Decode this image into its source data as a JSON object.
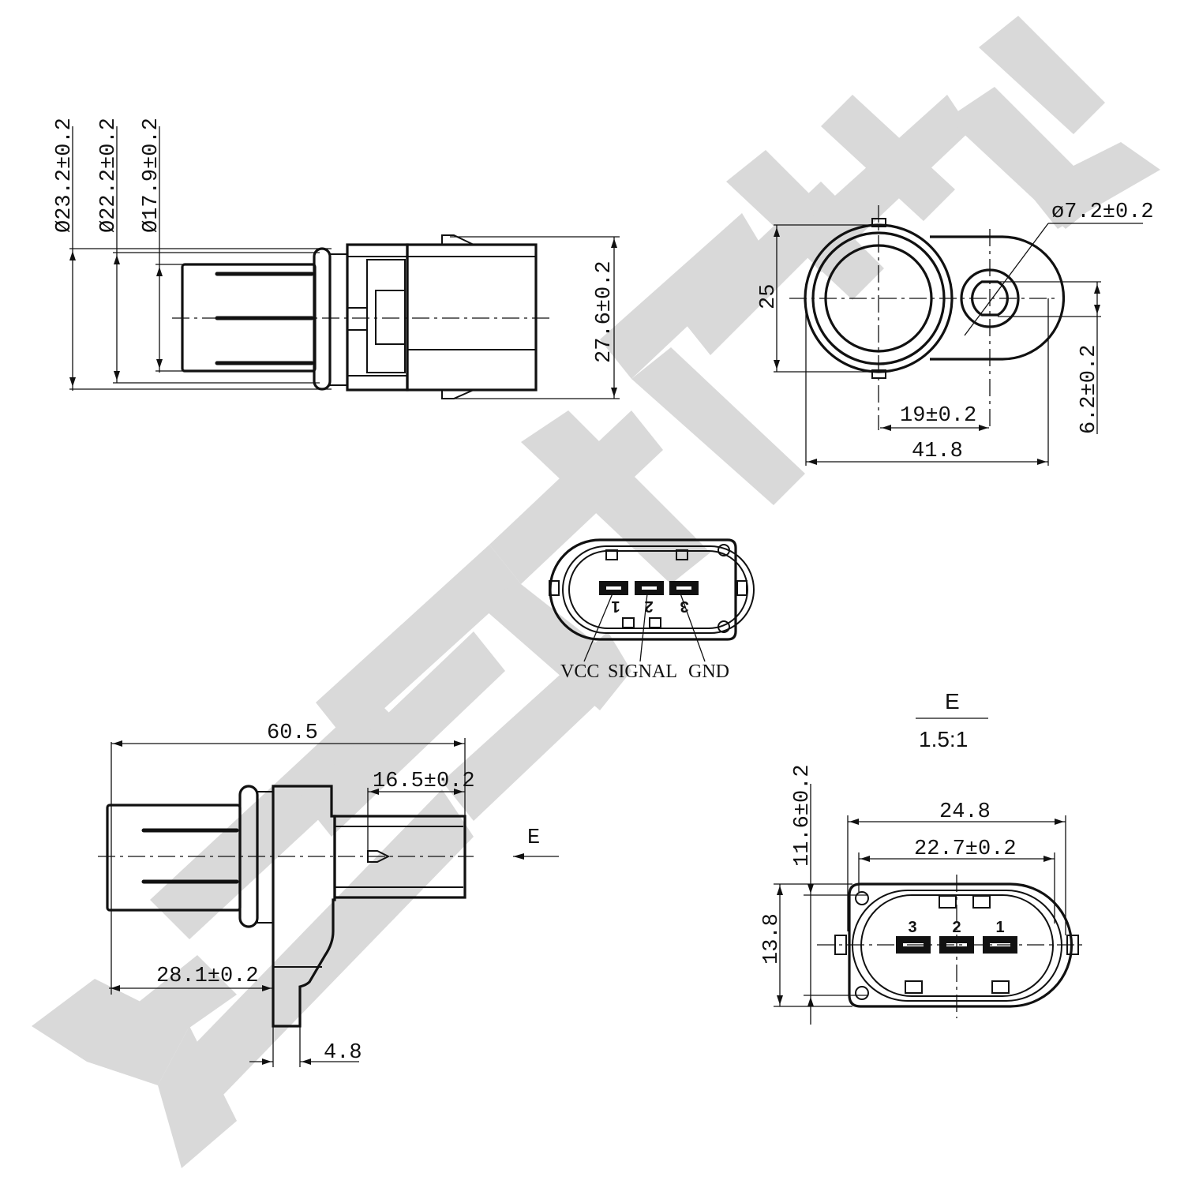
{
  "watermark": {
    "text": "XENNEK",
    "color": "#d9d9d9"
  },
  "views": {
    "side_view_top": {
      "diameters": [
        "Ø23.2±0.2",
        "Ø22.2±0.2",
        "Ø17.9±0.2"
      ],
      "height": "27.6±0.2"
    },
    "top_view": {
      "hole_diameter": "ø7.2±0.2",
      "height": "25",
      "center_distance": "19±0.2",
      "overall_length": "41.8",
      "slot_width": "6.2±0.2"
    },
    "connector_pinout": {
      "pins": [
        {
          "number": "1",
          "label": "VCC"
        },
        {
          "number": "2",
          "label": "SIGNAL"
        },
        {
          "number": "3",
          "label": "GND"
        }
      ]
    },
    "side_view_bottom": {
      "overall_length": "60.5",
      "connector_length": "16.5±0.2",
      "flange_offset": "28.1±0.2",
      "tab_width": "4.8",
      "view_marker": "E"
    },
    "detail_e": {
      "title": "E",
      "scale": "1.5:1",
      "outer_width": "24.8",
      "inner_width": "22.7±0.2",
      "inner_height": "11.6±0.2",
      "outer_height": "13.8",
      "pin_numbers": [
        "3",
        "2",
        "1"
      ]
    }
  }
}
